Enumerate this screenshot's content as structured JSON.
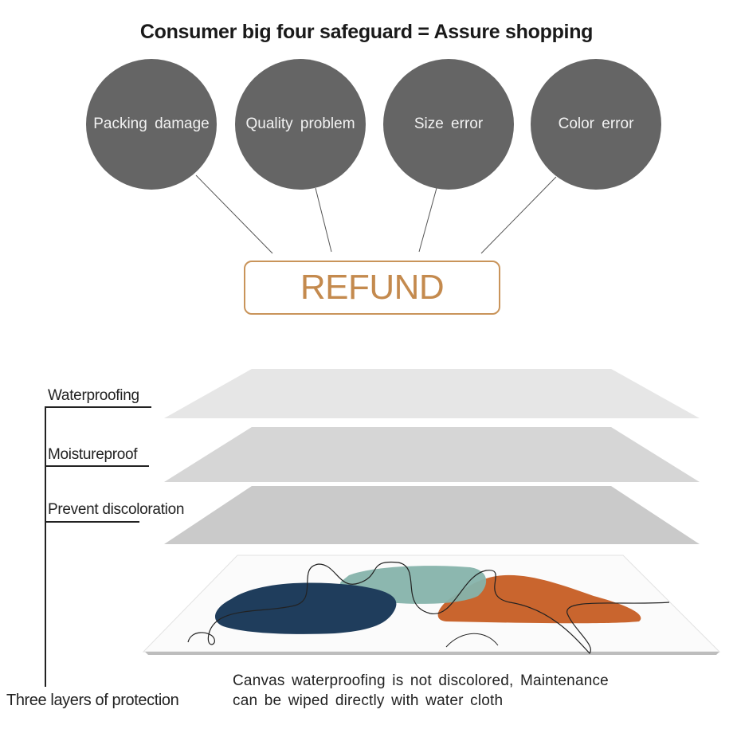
{
  "title": "Consumer big four safeguard = Assure shopping",
  "guarantees": [
    {
      "label": "Packing damage"
    },
    {
      "label": "Quality problem"
    },
    {
      "label": "Size error"
    },
    {
      "label": "Color error"
    }
  ],
  "refund_label": "REFUND",
  "layers": [
    {
      "label": "Waterproofing"
    },
    {
      "label": "Moistureproof"
    },
    {
      "label": "Prevent discoloration"
    }
  ],
  "protection_label": "Three layers of protection",
  "caption": {
    "line1": "Canvas waterproofing is not discolored, Maintenance",
    "line2": "can be wiped directly with water cloth"
  },
  "colors": {
    "circle": "#656565",
    "refund": "#c48a4e",
    "navy": "#1f3d5c",
    "teal": "#86b3ab",
    "orange": "#c9652e"
  }
}
